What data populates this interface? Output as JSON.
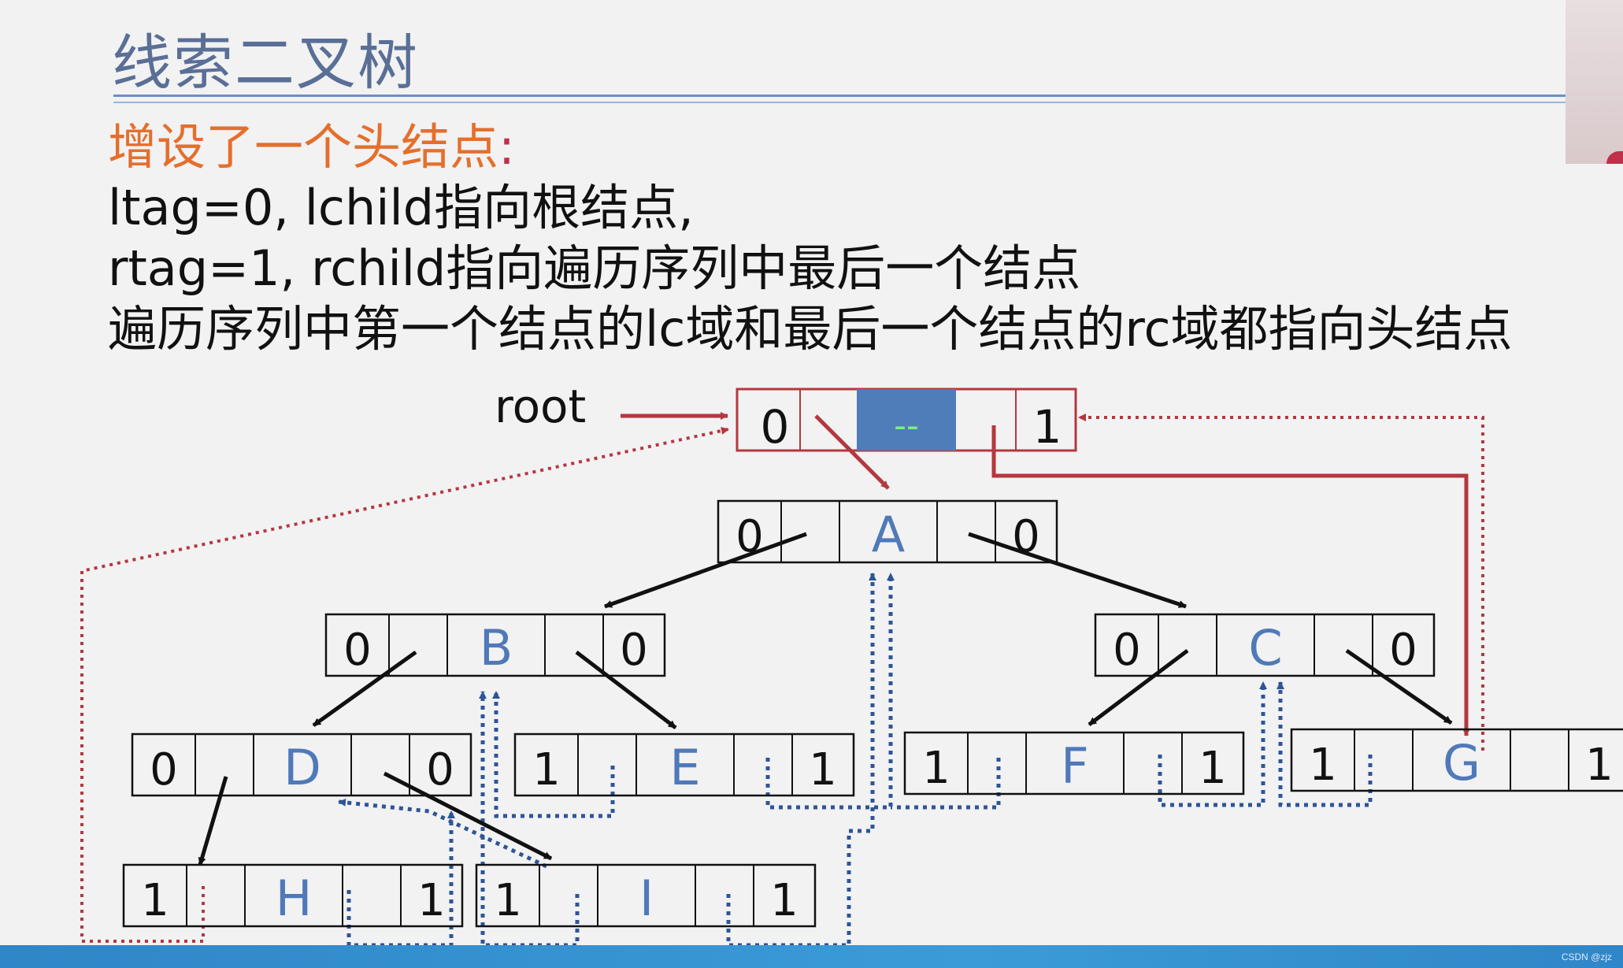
{
  "slide": {
    "title": "线索二叉树"
  },
  "text": {
    "heading": "增设了一个头结点",
    "heading_colon": ":",
    "line1": "ltag=0, lchild指向根结点,",
    "line2": "rtag=1, rchild指向遍历序列中最后一个结点",
    "line3": "遍历序列中第一个结点的lc域和最后一个结点的rc域都指向头结点"
  },
  "diagram": {
    "root_label": "root",
    "head": {
      "ltag": "0",
      "data": "--",
      "rtag": "1"
    },
    "nodes": {
      "A": {
        "ltag": "0",
        "data": "A",
        "rtag": "0"
      },
      "B": {
        "ltag": "0",
        "data": "B",
        "rtag": "0"
      },
      "C": {
        "ltag": "0",
        "data": "C",
        "rtag": "0"
      },
      "D": {
        "ltag": "0",
        "data": "D",
        "rtag": "0"
      },
      "E": {
        "ltag": "1",
        "data": "E",
        "rtag": "1"
      },
      "F": {
        "ltag": "1",
        "data": "F",
        "rtag": "1"
      },
      "G": {
        "ltag": "1",
        "data": "G",
        "rtag": "1"
      },
      "H": {
        "ltag": "1",
        "data": "H",
        "rtag": "1"
      },
      "I": {
        "ltag": "1",
        "data": "I",
        "rtag": "1"
      }
    }
  },
  "colors": {
    "child_pointer": "#111111",
    "head_pointer": "#b5373f",
    "thread": "#2e5596",
    "data_letter": "#4f79b9",
    "head_data_fill": "#4f7dba",
    "head_data_text": "#7cf07a"
  },
  "footer": {
    "watermark": "CSDN @zjz"
  }
}
